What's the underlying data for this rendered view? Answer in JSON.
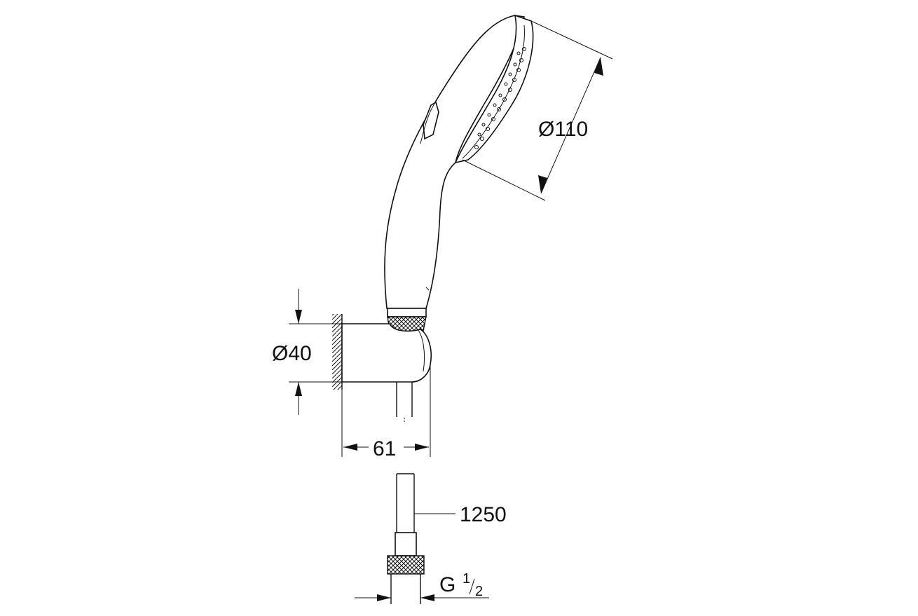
{
  "drawing": {
    "dimensions": {
      "head_diameter": "Ø110",
      "holder_diameter": "Ø40",
      "holder_projection": "61",
      "hose_length": "1250",
      "thread_main": "G",
      "thread_num": "1",
      "thread_den": "2"
    },
    "colors": {
      "line": "#111111",
      "background": "#ffffff"
    }
  }
}
